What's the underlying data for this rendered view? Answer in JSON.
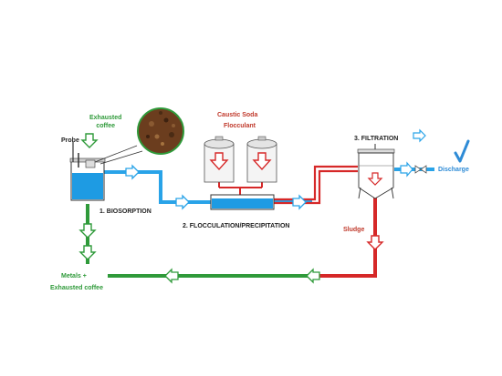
{
  "labels": {
    "exhausted_coffee_top": [
      "Exhausted",
      "coffee"
    ],
    "probe": "Probe",
    "caustic_soda": "Caustic Soda",
    "flocculant": "Flocculant",
    "filtration": "3. FILTRATION",
    "discharge": "Discharge",
    "biosorption": "1. BIOSORPTION",
    "flocculation": "2. FLOCCULATION/PRECIPITATION",
    "sludge": "Sludge",
    "metals": "Metals +",
    "exhausted_coffee_bottom": "Exhausted coffee"
  },
  "icons": {
    "coffee": "coffee-grounds-icon",
    "checkmark": "checkmark-icon"
  },
  "colors": {
    "green": "#2f9a3a",
    "blue": "#2e8bd6",
    "red": "#c0392b",
    "water": "#1e9be3",
    "pipe_blue": "#29a3e8"
  }
}
